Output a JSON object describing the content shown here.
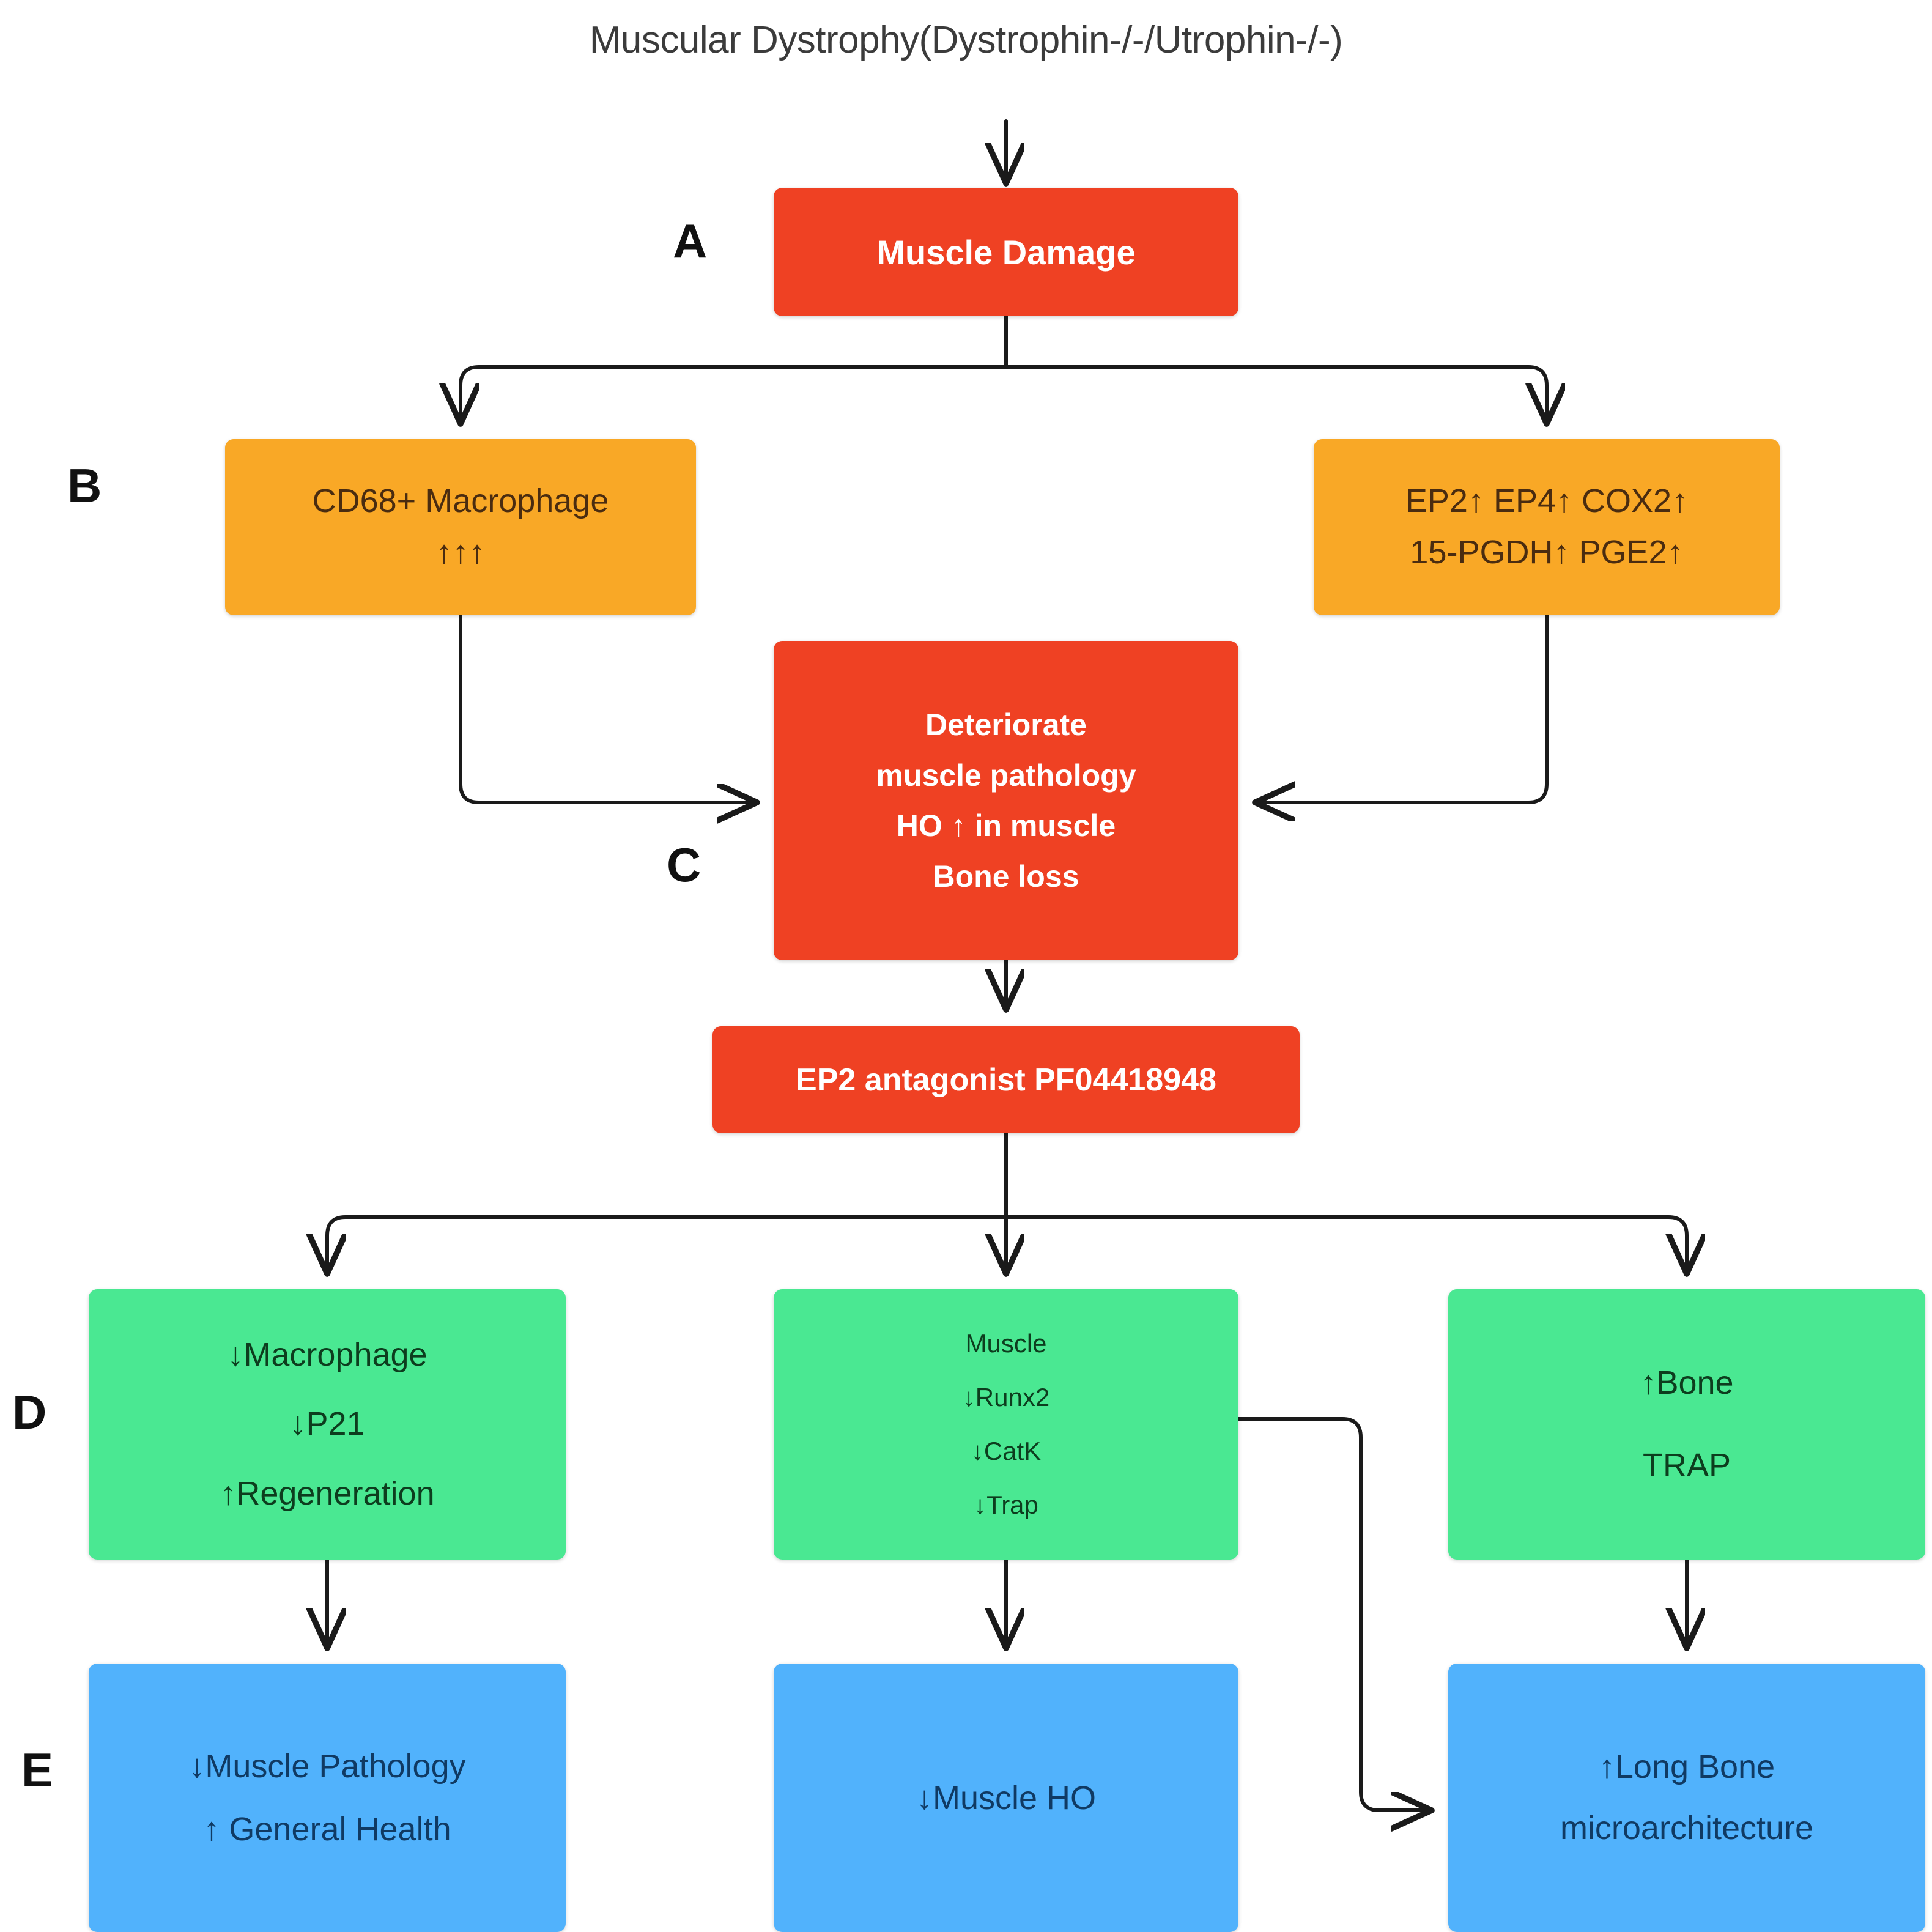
{
  "diagram": {
    "title": "Muscular Dystrophy(Dystrophin-/-/Utrophin-/-)",
    "colors": {
      "red": "#EF4123",
      "orange": "#F9A826",
      "green": "#4AE892",
      "blue": "#51B2FC",
      "edge": "#1a1a1a",
      "background": "#FFFFFF"
    },
    "panel_letters": {
      "a": "A",
      "b": "B",
      "c": "C",
      "d": "D",
      "e": "E"
    },
    "nodes": {
      "muscle_damage": {
        "lines": [
          "Muscle Damage"
        ]
      },
      "cd68_macrophage": {
        "lines": [
          "CD68+ Macrophage",
          "↑↑↑"
        ]
      },
      "ep2_upregulated": {
        "lines": [
          "EP2↑ EP4↑ COX2↑",
          "15-PGDH↑ PGE2↑"
        ]
      },
      "deteriorate": {
        "lines": [
          "Deteriorate",
          "muscle pathology",
          "HO ↑ in muscle",
          "Bone loss"
        ]
      },
      "ep2_antagonist": {
        "lines": [
          "EP2 antagonist PF04418948"
        ]
      },
      "d_macrophage": {
        "lines": [
          "↓Macrophage",
          "↓P21",
          "↑Regeneration"
        ]
      },
      "d_muscle_markers": {
        "lines": [
          "Muscle",
          "↓Runx2",
          "↓CatK",
          "↓Trap"
        ]
      },
      "d_bone_trap": {
        "lines": [
          "↑Bone",
          "TRAP"
        ]
      },
      "e_muscle_pathology": {
        "lines": [
          "↓Muscle Pathology",
          "↑ General Health"
        ]
      },
      "e_muscle_ho": {
        "lines": [
          "↓Muscle HO"
        ]
      },
      "e_long_bone": {
        "lines": [
          "↑Long Bone",
          "microarchitecture"
        ]
      }
    }
  }
}
